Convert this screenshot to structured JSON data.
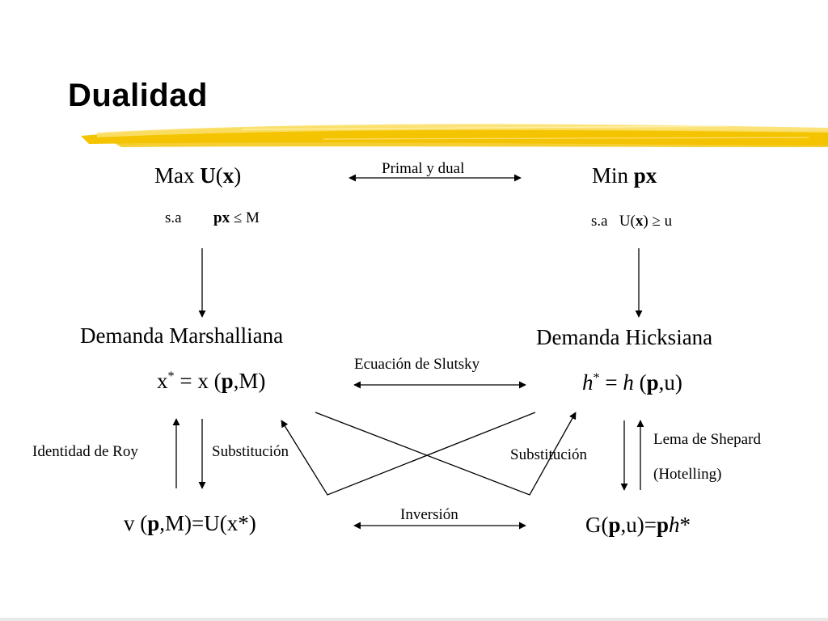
{
  "slide": {
    "title": "Dualidad"
  },
  "primal": {
    "problem_pre": "Max ",
    "problem_U": "U",
    "problem_open": "(",
    "problem_x": "x",
    "problem_close": ")",
    "constraint_sa": "s.a",
    "constraint_px": "px",
    "constraint_rest": " ≤ M"
  },
  "dual": {
    "problem_pre": "Min ",
    "problem_px": "px",
    "constraint_sa": "s.a",
    "constraint_U": "U(",
    "constraint_x": "x",
    "constraint_rest": ") ≥ u"
  },
  "links": {
    "primal_dual": "Primal y dual",
    "slutsky": "Ecuación de Slutsky",
    "inversion": "Inversión",
    "roy": "Identidad de Roy",
    "substitution_left": "Substitución",
    "substitution_right": "Substitución",
    "shepard_line1": "Lema de Shepard",
    "shepard_line2": "(Hotelling)"
  },
  "marshallian": {
    "heading": "Demanda Marshalliana",
    "eq_x": "x",
    "eq_star": "*",
    "eq_mid": " = x (",
    "eq_p": "p",
    "eq_end": ",M)"
  },
  "hicksian": {
    "heading": "Demanda Hicksiana",
    "eq_h": "h",
    "eq_star": "*",
    "eq_eq": " = ",
    "eq_h2": "h",
    "eq_open": " (",
    "eq_p": "p",
    "eq_end": ",u)"
  },
  "indirect_utility": {
    "pre": "v (",
    "p": "p",
    "rest": ",M)=U(x*)"
  },
  "expenditure": {
    "pre": "G(",
    "p": "p",
    "mid": ",u)=",
    "p2": "p",
    "h": "h",
    "end": "*"
  },
  "colors": {
    "highlighter": "#f5c400",
    "highlighter_light": "#fbe06a",
    "line": "#000000"
  }
}
